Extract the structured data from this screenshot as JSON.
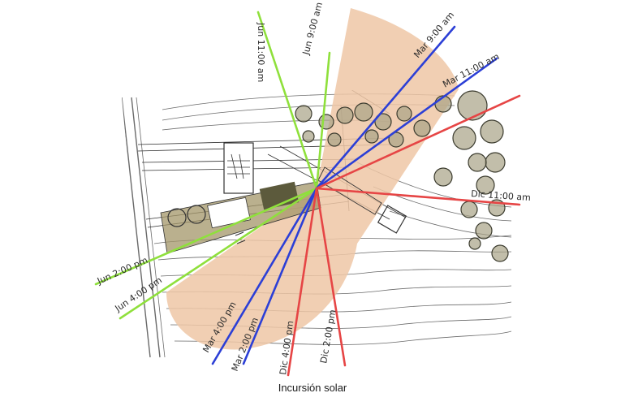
{
  "caption": "Incursión solar",
  "colors": {
    "june": "#8fe03c",
    "march": "#2c3fd6",
    "december": "#e64545",
    "shadow_sector": "#efc7a6",
    "building_fill": "#a39568",
    "tree_fill": "#a8a386",
    "site_lines": "#555555"
  },
  "rays": [
    {
      "id": "jun-11am",
      "label": "Jun 11:00 am",
      "season": "june"
    },
    {
      "id": "jun-9am",
      "label": "Jun 9:00 am",
      "season": "june"
    },
    {
      "id": "mar-9am",
      "label": "Mar 9:00 am",
      "season": "march"
    },
    {
      "id": "mar-11am",
      "label": "Mar 11:00 am",
      "season": "march"
    },
    {
      "id": "dic-9am",
      "label": "",
      "season": "december"
    },
    {
      "id": "dic-11am",
      "label": "Dic 11:00 am",
      "season": "december"
    },
    {
      "id": "jun-2pm",
      "label": "Jun 2:00 pm",
      "season": "june"
    },
    {
      "id": "jun-4pm",
      "label": "Jun 4:00 pm",
      "season": "june"
    },
    {
      "id": "mar-4pm",
      "label": "Mar 4:00 pm",
      "season": "march"
    },
    {
      "id": "mar-2pm",
      "label": "Mar 2:00 pm",
      "season": "march"
    },
    {
      "id": "dic-4pm",
      "label": "Dic 4:00 pm",
      "season": "december"
    },
    {
      "id": "dic-2pm",
      "label": "Dic 2:00 pm",
      "season": "december"
    }
  ]
}
